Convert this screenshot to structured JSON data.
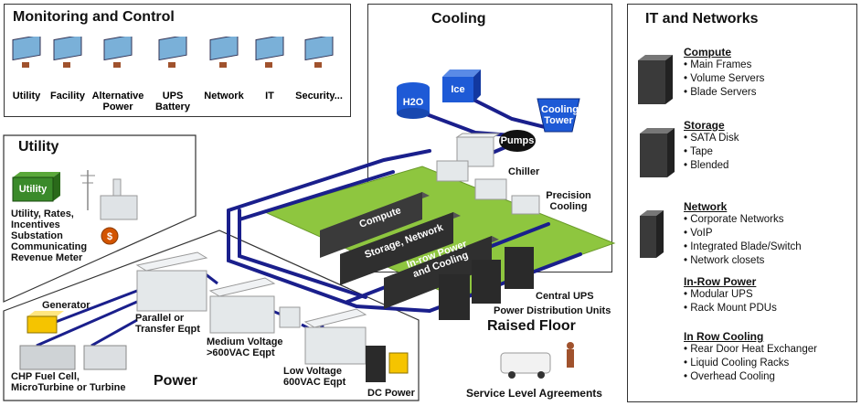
{
  "monitoring": {
    "title": "Monitoring and Control",
    "items": [
      {
        "label": "Utility"
      },
      {
        "label": "Facility"
      },
      {
        "label": "Alternative Power"
      },
      {
        "label": "UPS Battery"
      },
      {
        "label": "Network"
      },
      {
        "label": "IT"
      },
      {
        "label": "Security..."
      }
    ]
  },
  "utility": {
    "title": "Utility",
    "box_label": "Utility",
    "text": "Utility, Rates, Incentives Substation Communicating Revenue Meter"
  },
  "cooling": {
    "title": "Cooling",
    "h2o": "H2O",
    "ice": "Ice",
    "tower": "Cooling Tower",
    "pumps": "Pumps",
    "chiller": "Chiller",
    "precision": "Precision Cooling"
  },
  "floor": {
    "compute": "Compute",
    "storage": "Storage, Network",
    "inrow": "In-row Power and Cooling",
    "central_ups": "Central UPS",
    "pdu": "Power Distribution Units",
    "raised_floor": "Raised Floor",
    "sla": "Service Level Agreements"
  },
  "power": {
    "title": "Power",
    "generator": "Generator",
    "parallel": "Parallel or Transfer Eqpt",
    "medium": "Medium Voltage >600VAC Eqpt",
    "low": "Low Voltage 600VAC Eqpt",
    "chp": "CHP Fuel Cell, MicroTurbine or Turbine",
    "dc": "DC Power"
  },
  "it": {
    "title": "IT and Networks",
    "sections": [
      {
        "heading": "Compute",
        "items": [
          "Main Frames",
          "Volume Servers",
          "Blade Servers"
        ]
      },
      {
        "heading": "Storage",
        "items": [
          "SATA Disk",
          "Tape",
          "Blended"
        ]
      },
      {
        "heading": "Network",
        "items": [
          "Corporate Networks",
          "VoIP",
          "Integrated Blade/Switch",
          "Network closets"
        ]
      },
      {
        "heading": "In-Row Power",
        "items": [
          "Modular UPS",
          "Rack Mount PDUs"
        ]
      },
      {
        "heading": "In Row Cooling",
        "items": [
          "Rear Door Heat Exchanger",
          "Liquid Cooling Racks",
          "Overhead Cooling"
        ]
      }
    ]
  },
  "colors": {
    "pipe": "#1a1f8c",
    "floor": "#8ec63f",
    "server": "#3a3a3a",
    "utility_green": "#3a8a2a",
    "accent_blue": "#1e5ad6"
  }
}
